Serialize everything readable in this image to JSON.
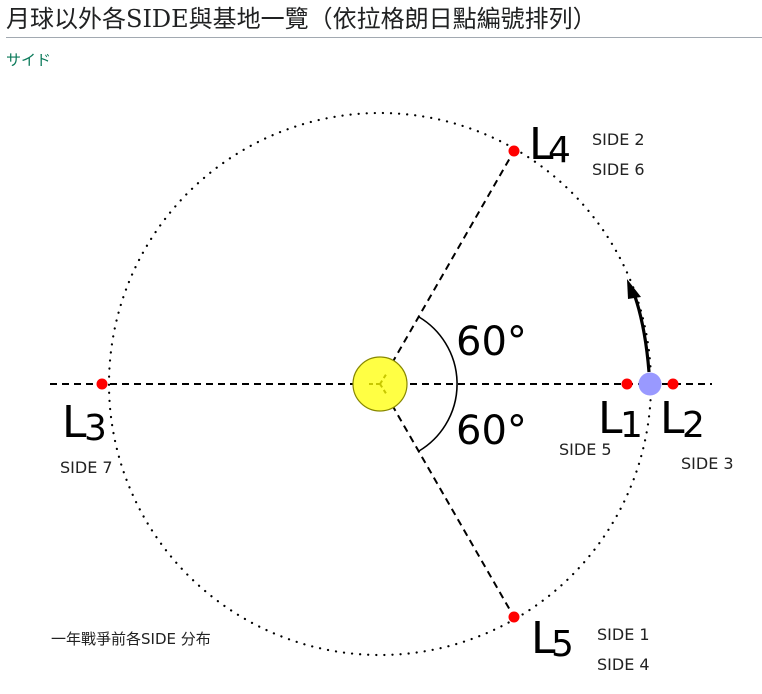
{
  "page": {
    "title": "月球以外各SIDE與基地一覽（依拉格朗日點編號排列）",
    "section_link": "サイド"
  },
  "diagram": {
    "points": {
      "L1": {
        "letter": "L",
        "number": "1",
        "sides": [
          "SIDE 5"
        ]
      },
      "L2": {
        "letter": "L",
        "number": "2",
        "sides": [
          "SIDE 3"
        ]
      },
      "L3": {
        "letter": "L",
        "number": "3",
        "sides": [
          "SIDE 7"
        ]
      },
      "L4": {
        "letter": "L",
        "number": "4",
        "sides": [
          "SIDE 2",
          "SIDE 6"
        ]
      },
      "L5": {
        "letter": "L",
        "number": "5",
        "sides": [
          "SIDE 1",
          "SIDE 4"
        ]
      }
    },
    "angle_upper": "60°",
    "angle_lower": "60°",
    "caption": "一年戰爭前各SIDE 分布",
    "colors": {
      "sun_fill": "#ffff44",
      "sun_stroke": "#888800",
      "earth_fill": "#9999ff",
      "lagrange_point": "#ff0000",
      "line": "#000000"
    }
  }
}
